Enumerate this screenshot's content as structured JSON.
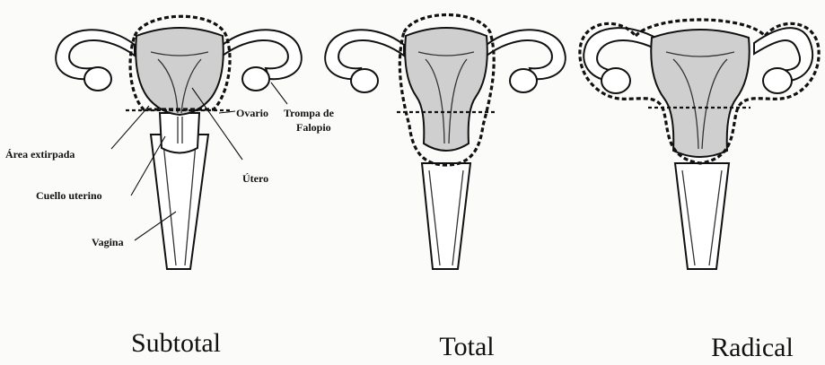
{
  "labels": {
    "area": "Área extirpada",
    "ovary": "Ovario",
    "tube_line1": "Trompa de",
    "tube_line2": "Falopio",
    "uterus": "Útero",
    "cervix": "Cuello uterino",
    "vagina": "Vagina"
  },
  "captions": {
    "subtotal": "Subtotal",
    "total": "Total",
    "radical": "Radical"
  },
  "colors": {
    "tissue_fill": "#cfcfcf",
    "outline": "#111111",
    "background": "#fbfbf9"
  }
}
